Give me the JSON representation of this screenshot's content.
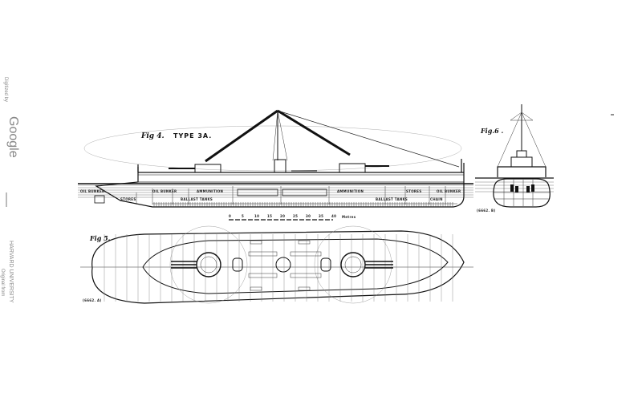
{
  "watermark": {
    "digitized_by": "Digitized by",
    "google": "Google",
    "original_from": "Original from",
    "university": "HARVARD UNIVERSITY"
  },
  "fig4": {
    "label": "Fig 4.",
    "type": "TYPE 3A.",
    "compartments": [
      "OIL BUNKER",
      "STORES",
      "OIL BUNKER",
      "BALLAST TANKS",
      "AMMUNITION",
      "AMMUNITION",
      "BALLAST TANKS",
      "STORES",
      "CHAIN",
      "OIL BUNKER"
    ],
    "scale_ticks": [
      "0",
      "5",
      "10",
      "15",
      "20",
      "25",
      "30",
      "35",
      "40"
    ],
    "scale_unit": "Metres"
  },
  "fig5": {
    "label": "Fig 5.",
    "ref": "(6662. A)"
  },
  "fig6": {
    "label": "Fig.6 .",
    "ref": "(6662. B)"
  }
}
